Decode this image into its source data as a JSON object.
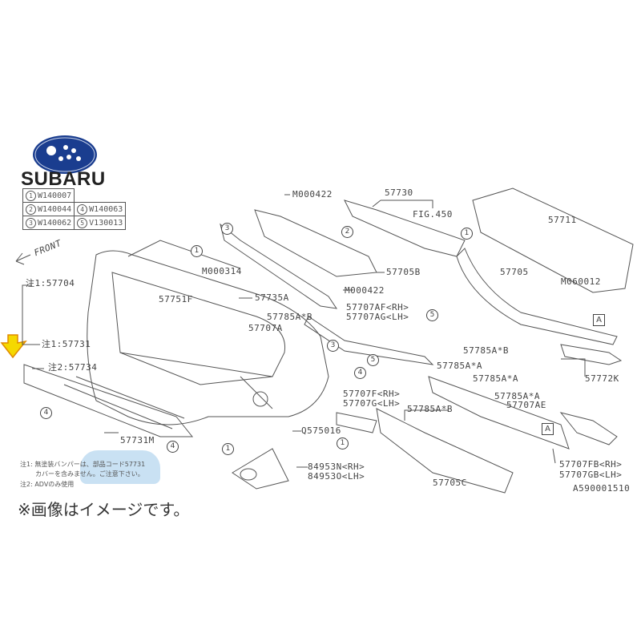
{
  "brand": {
    "name": "SUBARU",
    "logo_color": "#1a3d8f"
  },
  "legend": [
    {
      "num": "1",
      "code": "W140007"
    },
    {
      "num": "2",
      "code": "W140044"
    },
    {
      "num": "3",
      "code": "W140062"
    },
    {
      "num": "4",
      "code": "W140063"
    },
    {
      "num": "5",
      "code": "V130013"
    }
  ],
  "direction": "FRONT",
  "labels": {
    "m000422_a": "M000422",
    "p57730": "57730",
    "fig450": "FIG.450",
    "p57711": "57711",
    "p57705b": "57705B",
    "m000422_b": "M000422",
    "p57735a": "57735A",
    "p57705": "57705",
    "m060012": "M060012",
    "p57707af": "57707AF<RH>",
    "p57707ag": "57707AG<LH>",
    "p57785ab_1": "57785A*B",
    "p57707a": "57707A",
    "p57785ab_2": "57785A*B",
    "p57772k": "57772K",
    "p57785aa_1": "57785A*A",
    "p57785aa_2": "57785A*A",
    "p57785aa_3": "57785A*A",
    "p57707ae": "57707AE",
    "p57707f": "57707F<RH>",
    "p57707g": "57707G<LH>",
    "p57785ab_3": "57785A*B",
    "q575016": "Q575016",
    "p57705c": "57705C",
    "p57707fb": "57707FB<RH>",
    "p57707gb": "57707GB<LH>",
    "diagram_id": "A590001510",
    "p84953n": "84953N<RH>",
    "p84953o": "84953O<LH>",
    "p57731m": "57731M",
    "p57751f": "57751F",
    "m000314": "M000314",
    "p57704": "注1:57704",
    "p57731": "注1:57731",
    "p57734": "注2:57734",
    "ref_a": "A"
  },
  "notes": [
    "注1: 無塗装バンパーは、部品コード57731",
    "カバーを含みません。ご注意下さい。",
    "注2: ADVのみ使用"
  ],
  "disclaimer": "※画像はイメージです。",
  "highlight_color": "#f5d800"
}
